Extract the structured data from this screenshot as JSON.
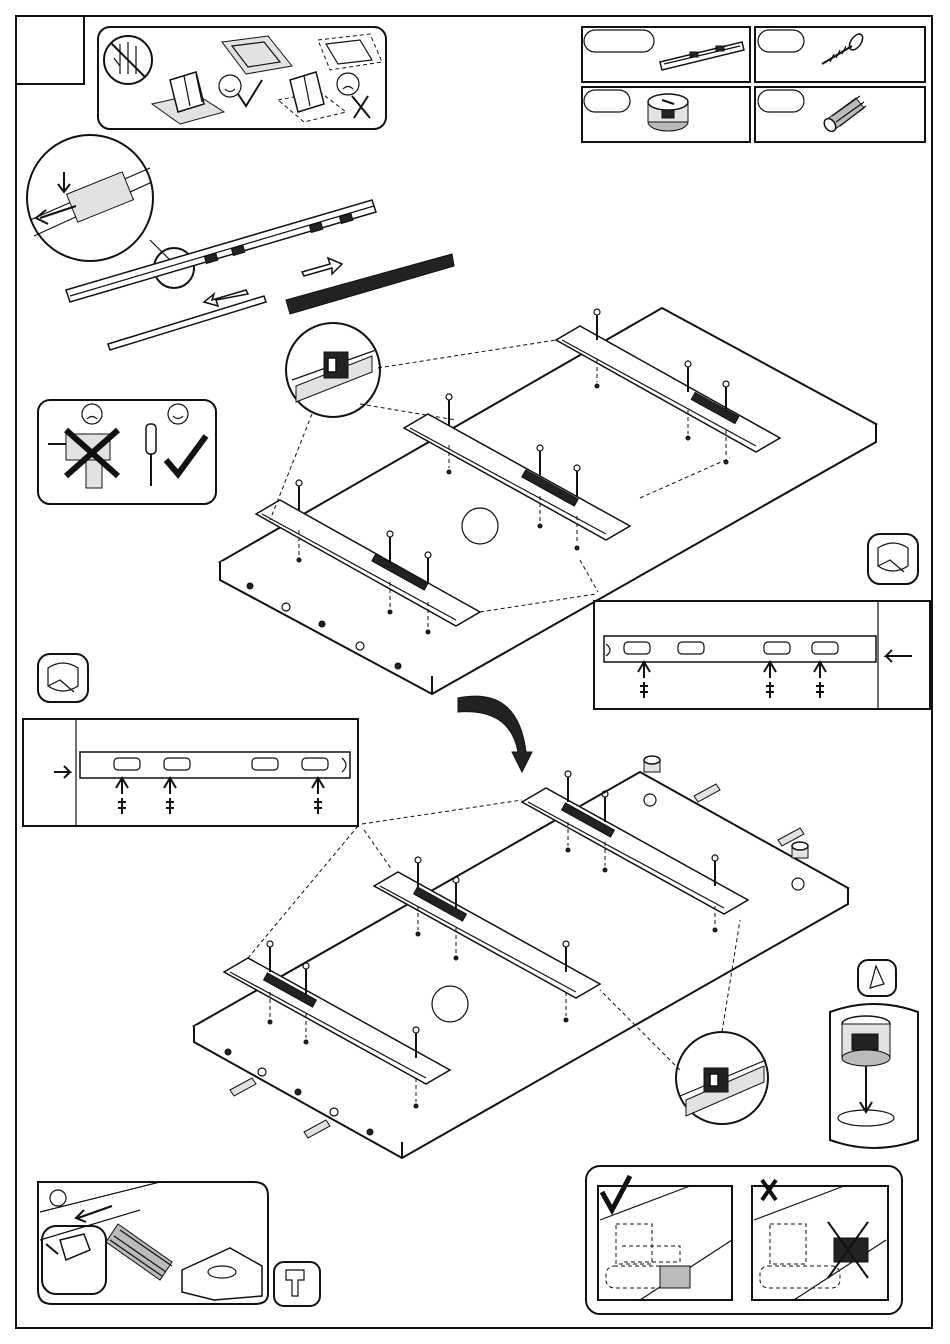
{
  "parts": [
    {
      "name": "drawer-slide-part",
      "icon": "drawer-slide-icon"
    },
    {
      "name": "wood-screw-part",
      "icon": "screw-icon"
    },
    {
      "name": "cam-lock-part",
      "icon": "cam-lock-icon"
    },
    {
      "name": "wooden-dowel-part",
      "icon": "dowel-icon"
    }
  ],
  "colors": {
    "line": "#111111",
    "background": "#ffffff",
    "shade": "#bbbbbb"
  }
}
